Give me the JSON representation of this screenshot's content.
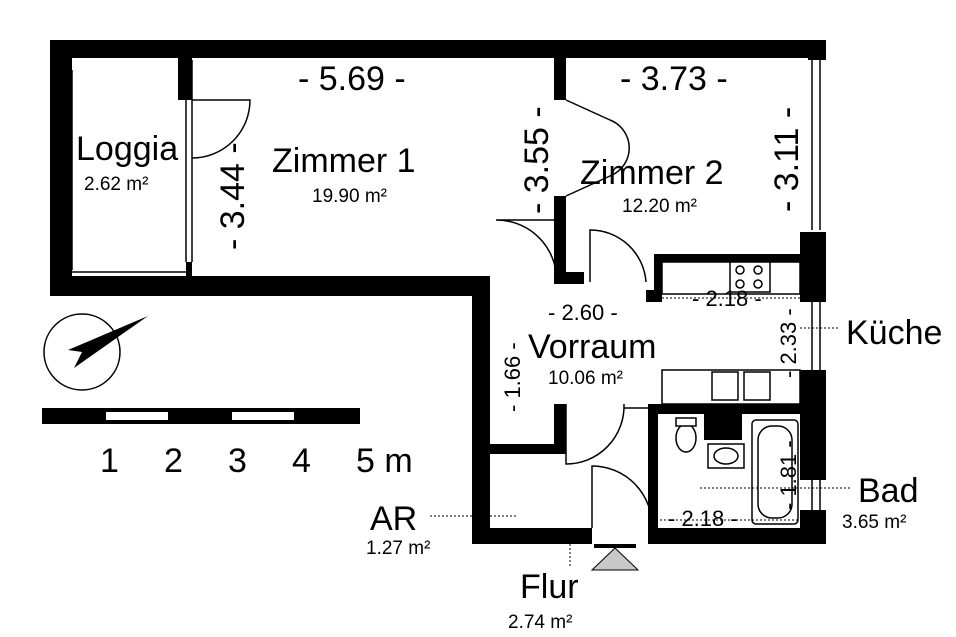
{
  "rooms": {
    "loggia": {
      "name": "Loggia",
      "area": "2.62 m²"
    },
    "zimmer1": {
      "name": "Zimmer 1",
      "area": "19.90 m²"
    },
    "zimmer2": {
      "name": "Zimmer 2",
      "area": "12.20 m²"
    },
    "vorraum": {
      "name": "Vorraum",
      "area": "10.06 m²"
    },
    "kueche": {
      "name": "Küche"
    },
    "bad": {
      "name": "Bad",
      "area": "3.65 m²"
    },
    "ar": {
      "name": "AR",
      "area": "1.27 m²"
    },
    "flur": {
      "name": "Flur",
      "area": "2.74 m²"
    }
  },
  "dimensions": {
    "zimmer1_width": "- 5.69 -",
    "zimmer1_depth": "- 3.44 -",
    "zimmer2_width": "- 3.73 -",
    "zimmer2_depth_left": "- 3.55 -",
    "zimmer2_depth_right": "- 3.11 -",
    "vorraum_width": "- 2.60 -",
    "vorraum_depth": "- 1.66 -",
    "kueche_width": "- 2.18 -",
    "kueche_depth": "- 2.33 -",
    "bad_width": "- 2.18 -",
    "bad_depth": "- 1.81 -"
  },
  "scale_bar": {
    "labels": [
      "1",
      "2",
      "3",
      "4",
      "5 m"
    ]
  },
  "icons": {
    "north": "north-arrow-icon",
    "entrance": "entrance-triangle-icon"
  },
  "colors": {
    "wall": "#000000",
    "background": "#ffffff",
    "entrance": "#c8c8c8"
  }
}
